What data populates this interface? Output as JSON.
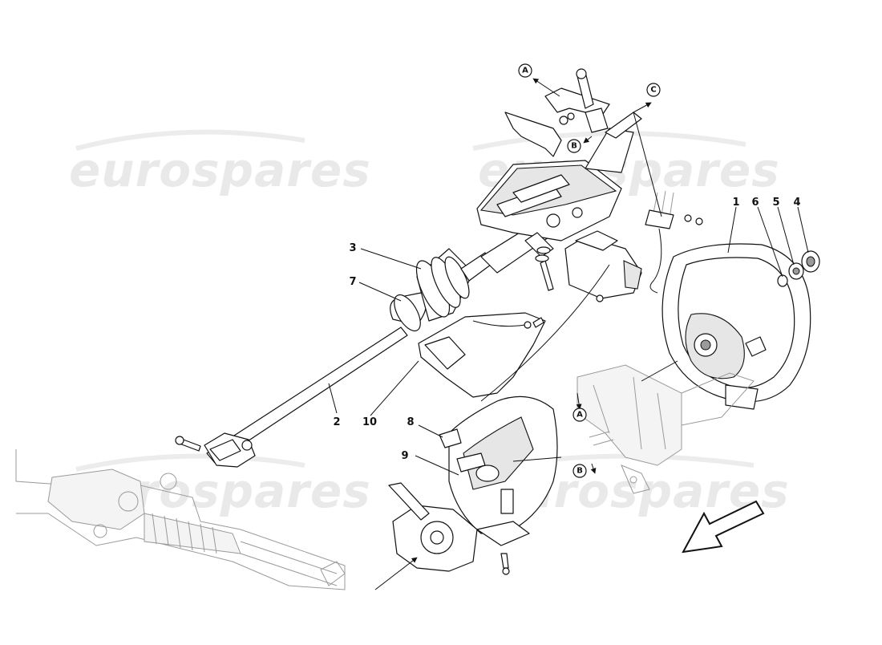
{
  "watermark": {
    "text": "eurospares"
  },
  "part_numbers": {
    "p1": "1",
    "p2": "2",
    "p3": "3",
    "p4": "4",
    "p5": "5",
    "p6": "6",
    "p7": "7",
    "p8": "8",
    "p9": "9",
    "p10": "10"
  },
  "refs": {
    "A": "A",
    "B": "B",
    "C": "C"
  },
  "icons": {
    "direction": "front-direction-arrow-icon"
  }
}
